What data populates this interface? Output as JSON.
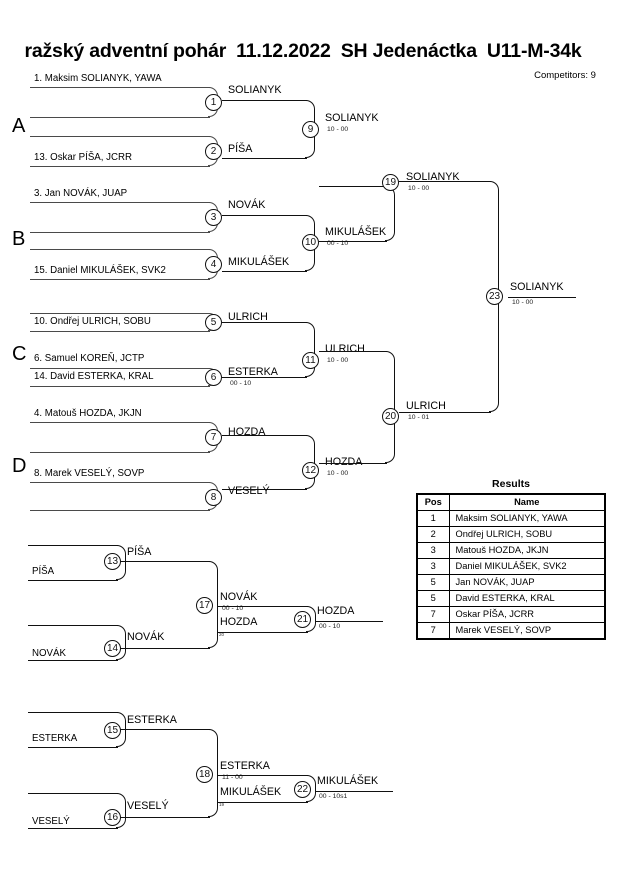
{
  "header": {
    "title_parts": [
      "ražský adventní pohár",
      "11.12.2022",
      "SH Jedenáctka",
      "U11-M-34k"
    ],
    "event_name": "ražský adventní pohár",
    "date": "11.12.2022",
    "venue": "SH Jedenáctka",
    "category": "U11-M-34k",
    "competitors": "Competitors: 9"
  },
  "groups": [
    {
      "label": "A"
    },
    {
      "label": "B"
    },
    {
      "label": "C"
    },
    {
      "label": "D"
    }
  ],
  "entries": [
    {
      "id": "e1",
      "text": "1. Maksim SOLIANYK, YAWA"
    },
    {
      "id": "e13",
      "text": "13. Oskar PÍŠA, JCRR"
    },
    {
      "id": "e3",
      "text": "3. Jan NOVÁK, JUAP"
    },
    {
      "id": "e15",
      "text": "15. Daniel MIKULÁŠEK, SVK2"
    },
    {
      "id": "e10",
      "text": "10. Ondřej ULRICH, SOBU"
    },
    {
      "id": "e6",
      "text": "6. Samuel KOREŇ, JCTP"
    },
    {
      "id": "e14",
      "text": "14. David ESTERKA, KRAL"
    },
    {
      "id": "e4",
      "text": "4. Matouš HOZDA, JKJN"
    },
    {
      "id": "e8",
      "text": "8. Marek VESELÝ, SOVP"
    }
  ],
  "main_bracket": {
    "matches": [
      {
        "no": "1",
        "winner": "SOLIANYK",
        "score": ""
      },
      {
        "no": "2",
        "winner": "PÍŠA",
        "score": ""
      },
      {
        "no": "3",
        "winner": "NOVÁK",
        "score": ""
      },
      {
        "no": "4",
        "winner": "MIKULÁŠEK",
        "score": ""
      },
      {
        "no": "5",
        "winner": "ULRICH",
        "score": ""
      },
      {
        "no": "6",
        "winner": "ESTERKA",
        "score": "00 - 10"
      },
      {
        "no": "7",
        "winner": "HOZDA",
        "score": ""
      },
      {
        "no": "8",
        "winner": "VESELÝ",
        "score": ""
      },
      {
        "no": "9",
        "winner": "SOLIANYK",
        "score": "10 - 00"
      },
      {
        "no": "10",
        "winner": "MIKULÁŠEK",
        "score": "00 - 10"
      },
      {
        "no": "11",
        "winner": "ULRICH",
        "score": "10 - 00"
      },
      {
        "no": "12",
        "winner": "HOZDA",
        "score": "10 - 00"
      },
      {
        "no": "19",
        "winner": "SOLIANYK",
        "score": "10 - 00"
      },
      {
        "no": "20",
        "winner": "ULRICH",
        "score": "10 - 01"
      },
      {
        "no": "23",
        "winner": "SOLIANYK",
        "score": "10 - 00"
      }
    ]
  },
  "repechage_upper": {
    "feeds": [
      {
        "name": "PÍŠA"
      },
      {
        "name": "NOVÁK"
      }
    ],
    "matches": [
      {
        "no": "13",
        "winner": "PÍŠA",
        "score": ""
      },
      {
        "no": "14",
        "winner": "NOVÁK",
        "score": ""
      },
      {
        "no": "17",
        "winner": "NOVÁK",
        "score": "00 - 10"
      },
      {
        "no": "21",
        "winner": "HOZDA",
        "score": "00 - 10"
      }
    ],
    "drop_in": {
      "name": "HOZDA",
      "xref": "20"
    }
  },
  "repechage_lower": {
    "feeds": [
      {
        "name": "ESTERKA"
      },
      {
        "name": "VESELÝ"
      }
    ],
    "matches": [
      {
        "no": "15",
        "winner": "ESTERKA",
        "score": ""
      },
      {
        "no": "16",
        "winner": "VESELÝ",
        "score": ""
      },
      {
        "no": "18",
        "winner": "ESTERKA",
        "score": "11 - 00"
      },
      {
        "no": "22",
        "winner": "MIKULÁŠEK",
        "score": "00 - 10s1"
      }
    ],
    "drop_in": {
      "name": "MIKULÁŠEK",
      "xref": "19"
    }
  },
  "results": {
    "title": "Results",
    "columns": [
      "Pos",
      "Name"
    ],
    "rows": [
      {
        "pos": "1",
        "name": "Maksim SOLIANYK, YAWA"
      },
      {
        "pos": "2",
        "name": "Ondřej ULRICH, SOBU"
      },
      {
        "pos": "3",
        "name": "Matouš HOZDA, JKJN"
      },
      {
        "pos": "3",
        "name": "Daniel MIKULÁŠEK, SVK2"
      },
      {
        "pos": "5",
        "name": "Jan NOVÁK, JUAP"
      },
      {
        "pos": "5",
        "name": "David ESTERKA, KRAL"
      },
      {
        "pos": "7",
        "name": "Oskar PÍŠA, JCRR"
      },
      {
        "pos": "7",
        "name": "Marek VESELÝ, SOVP"
      }
    ]
  }
}
